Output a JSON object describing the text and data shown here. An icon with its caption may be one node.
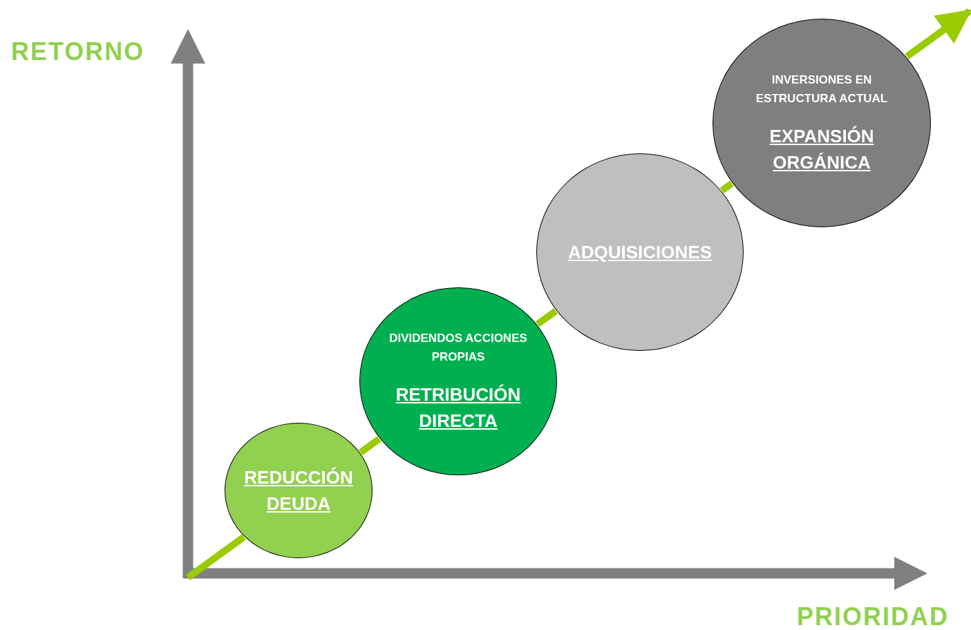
{
  "diagram": {
    "nodes": [
      {
        "text": [
          "REDUCCIÓN DEUDA"
        ]
      },
      {
        "text": [
          "DIVIDENDOS ACCIONES PROPIAS",
          "RETRIBUCIÓN DIRECTA"
        ]
      },
      {
        "text": [
          "ADQUISICIONES"
        ]
      },
      {
        "text": [
          "INVERSIONES EN ESTRUCTURA ACTUAL",
          "EXPANSIÓN ORGÁNICA"
        ]
      }
    ],
    "edges": [
      {
        "from": null,
        "to": 0,
        "arrow": "none"
      },
      {
        "from": 0,
        "to": 1,
        "arrow": "none"
      },
      {
        "from": 1,
        "to": 2,
        "arrow": "none"
      },
      {
        "from": 2,
        "to": 3,
        "arrow": "none"
      },
      {
        "from": 3,
        "to": null,
        "arrow": "to"
      }
    ],
    "labels": [
      "RETORNO",
      "PRIORIDAD"
    ]
  }
}
